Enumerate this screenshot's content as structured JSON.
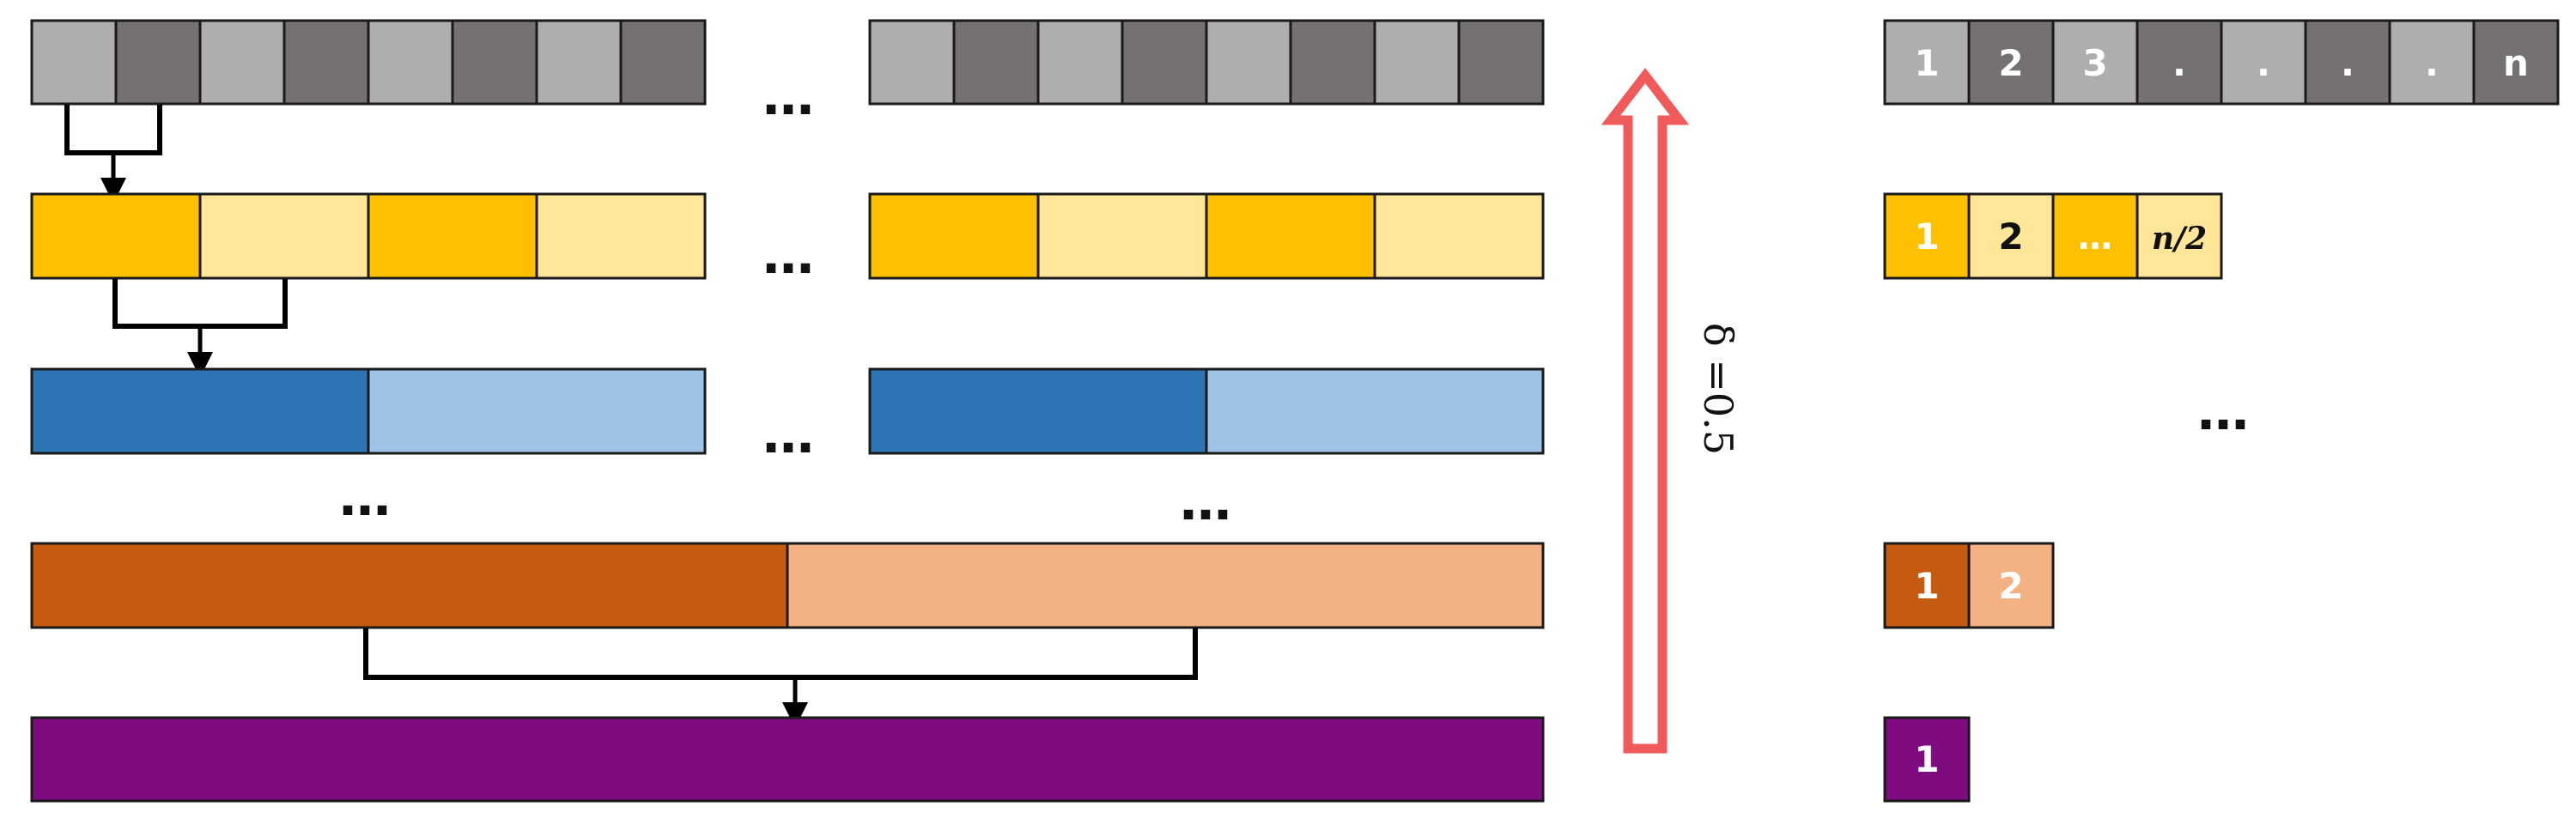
{
  "colors": {
    "gray_light": "#B0ADAD",
    "gray_dark": "#757171",
    "gold": "#FFC000",
    "gold_light": "#FFE699",
    "blue": "#2E75B6",
    "blue_light": "#9DC3E6",
    "orange": "#C55A11",
    "orange_light": "#F4B183",
    "purple": "#7F0B81",
    "arrow_red": "#F05A5A",
    "stroke": "#1a1a1a"
  },
  "diagram": {
    "ellipsis": "…",
    "arrow_label": "δ =0.5",
    "legend": {
      "level0": [
        "1",
        "2",
        "3",
        ".",
        ".",
        ".",
        ".",
        "n"
      ],
      "level1": [
        "1",
        "2",
        "…",
        "n/2"
      ],
      "level_mid": "…",
      "level_penultimate": [
        "1",
        "2"
      ],
      "level_last": [
        "1"
      ]
    }
  }
}
